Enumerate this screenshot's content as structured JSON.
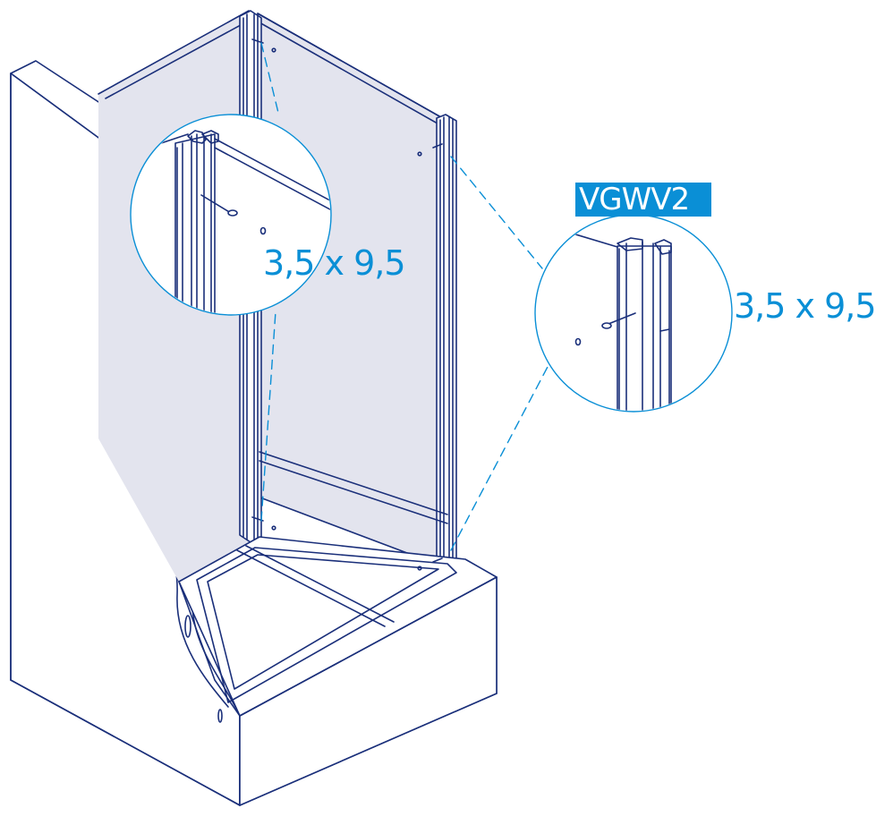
{
  "colors": {
    "line": "#1a2f7a",
    "glass": "#e3e4ee",
    "accent": "#0a8fd6",
    "label_bg": "#0a8fd6",
    "label_text": "#ffffff"
  },
  "labels": {
    "screw_size_left": "3,5 x 9,5",
    "screw_size_right": "3,5 x 9,5",
    "part_code": "VGWV2"
  },
  "icons": [
    "screw-icon",
    "drill-hole-icon"
  ]
}
